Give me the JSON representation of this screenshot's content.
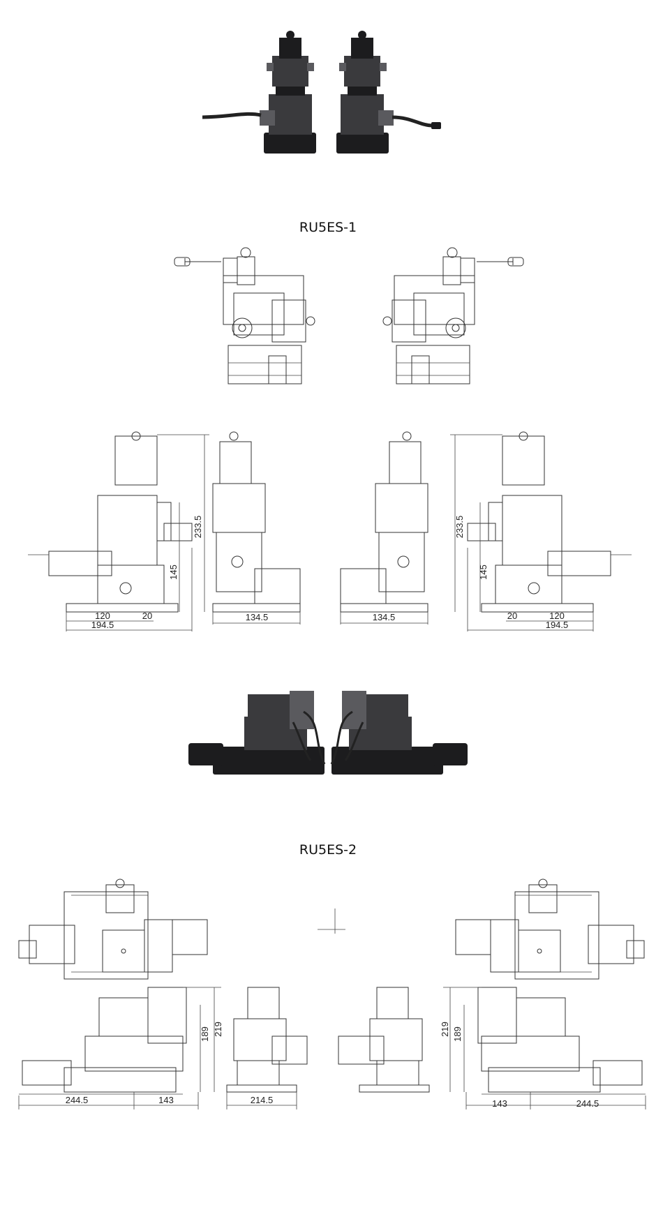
{
  "sections": [
    {
      "title": "RU5ES-1",
      "dimensions": {
        "height_total": "233.5",
        "height_mid": "145",
        "base_width": "120",
        "offset": "20",
        "overall_width": "194.5",
        "front_width": "134.5"
      }
    },
    {
      "title": "RU5ES-2",
      "dimensions": {
        "height_total": "219",
        "height_mid": "189",
        "length_left": "244.5",
        "length_right": "143",
        "front_width": "214.5"
      }
    }
  ]
}
